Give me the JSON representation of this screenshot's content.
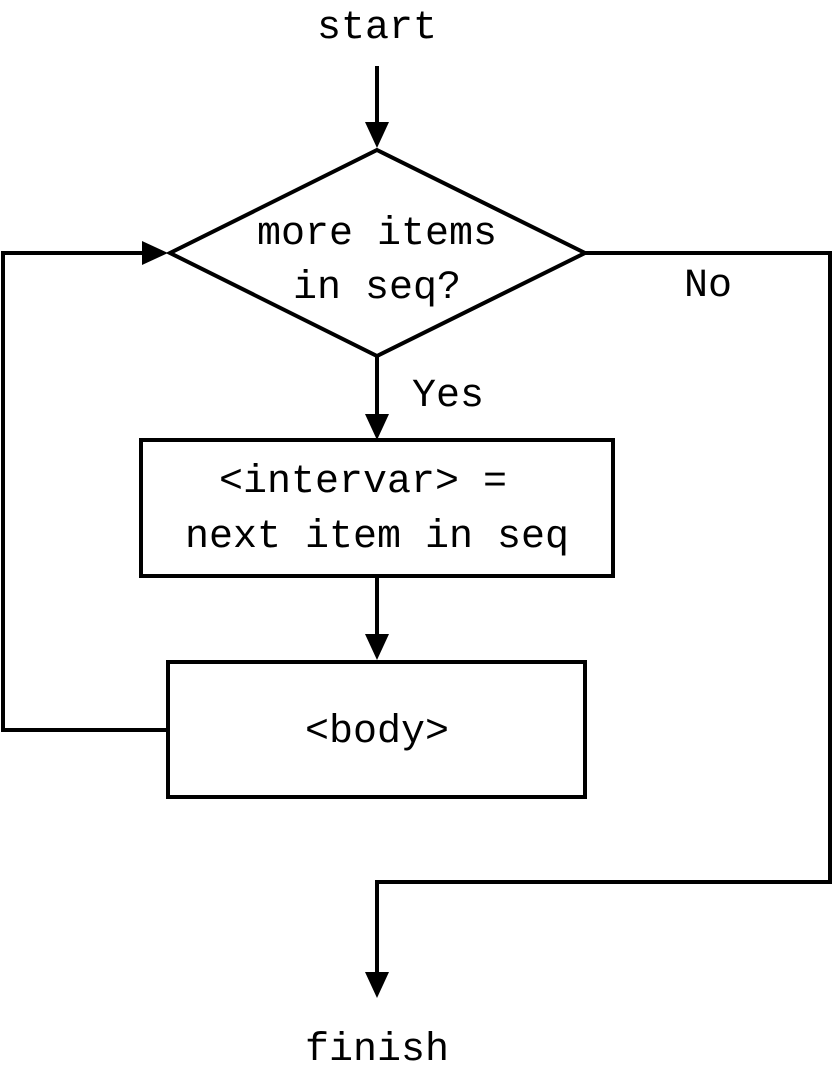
{
  "diagram": {
    "start_label": "start",
    "decision": {
      "line1": "more items",
      "line2": "in seq?"
    },
    "yes_label": "Yes",
    "no_label": "No",
    "assign_box": {
      "line1": "<intervar> =",
      "line2": "next item in seq"
    },
    "body_box": {
      "label": "<body>"
    },
    "finish_label": "finish"
  }
}
